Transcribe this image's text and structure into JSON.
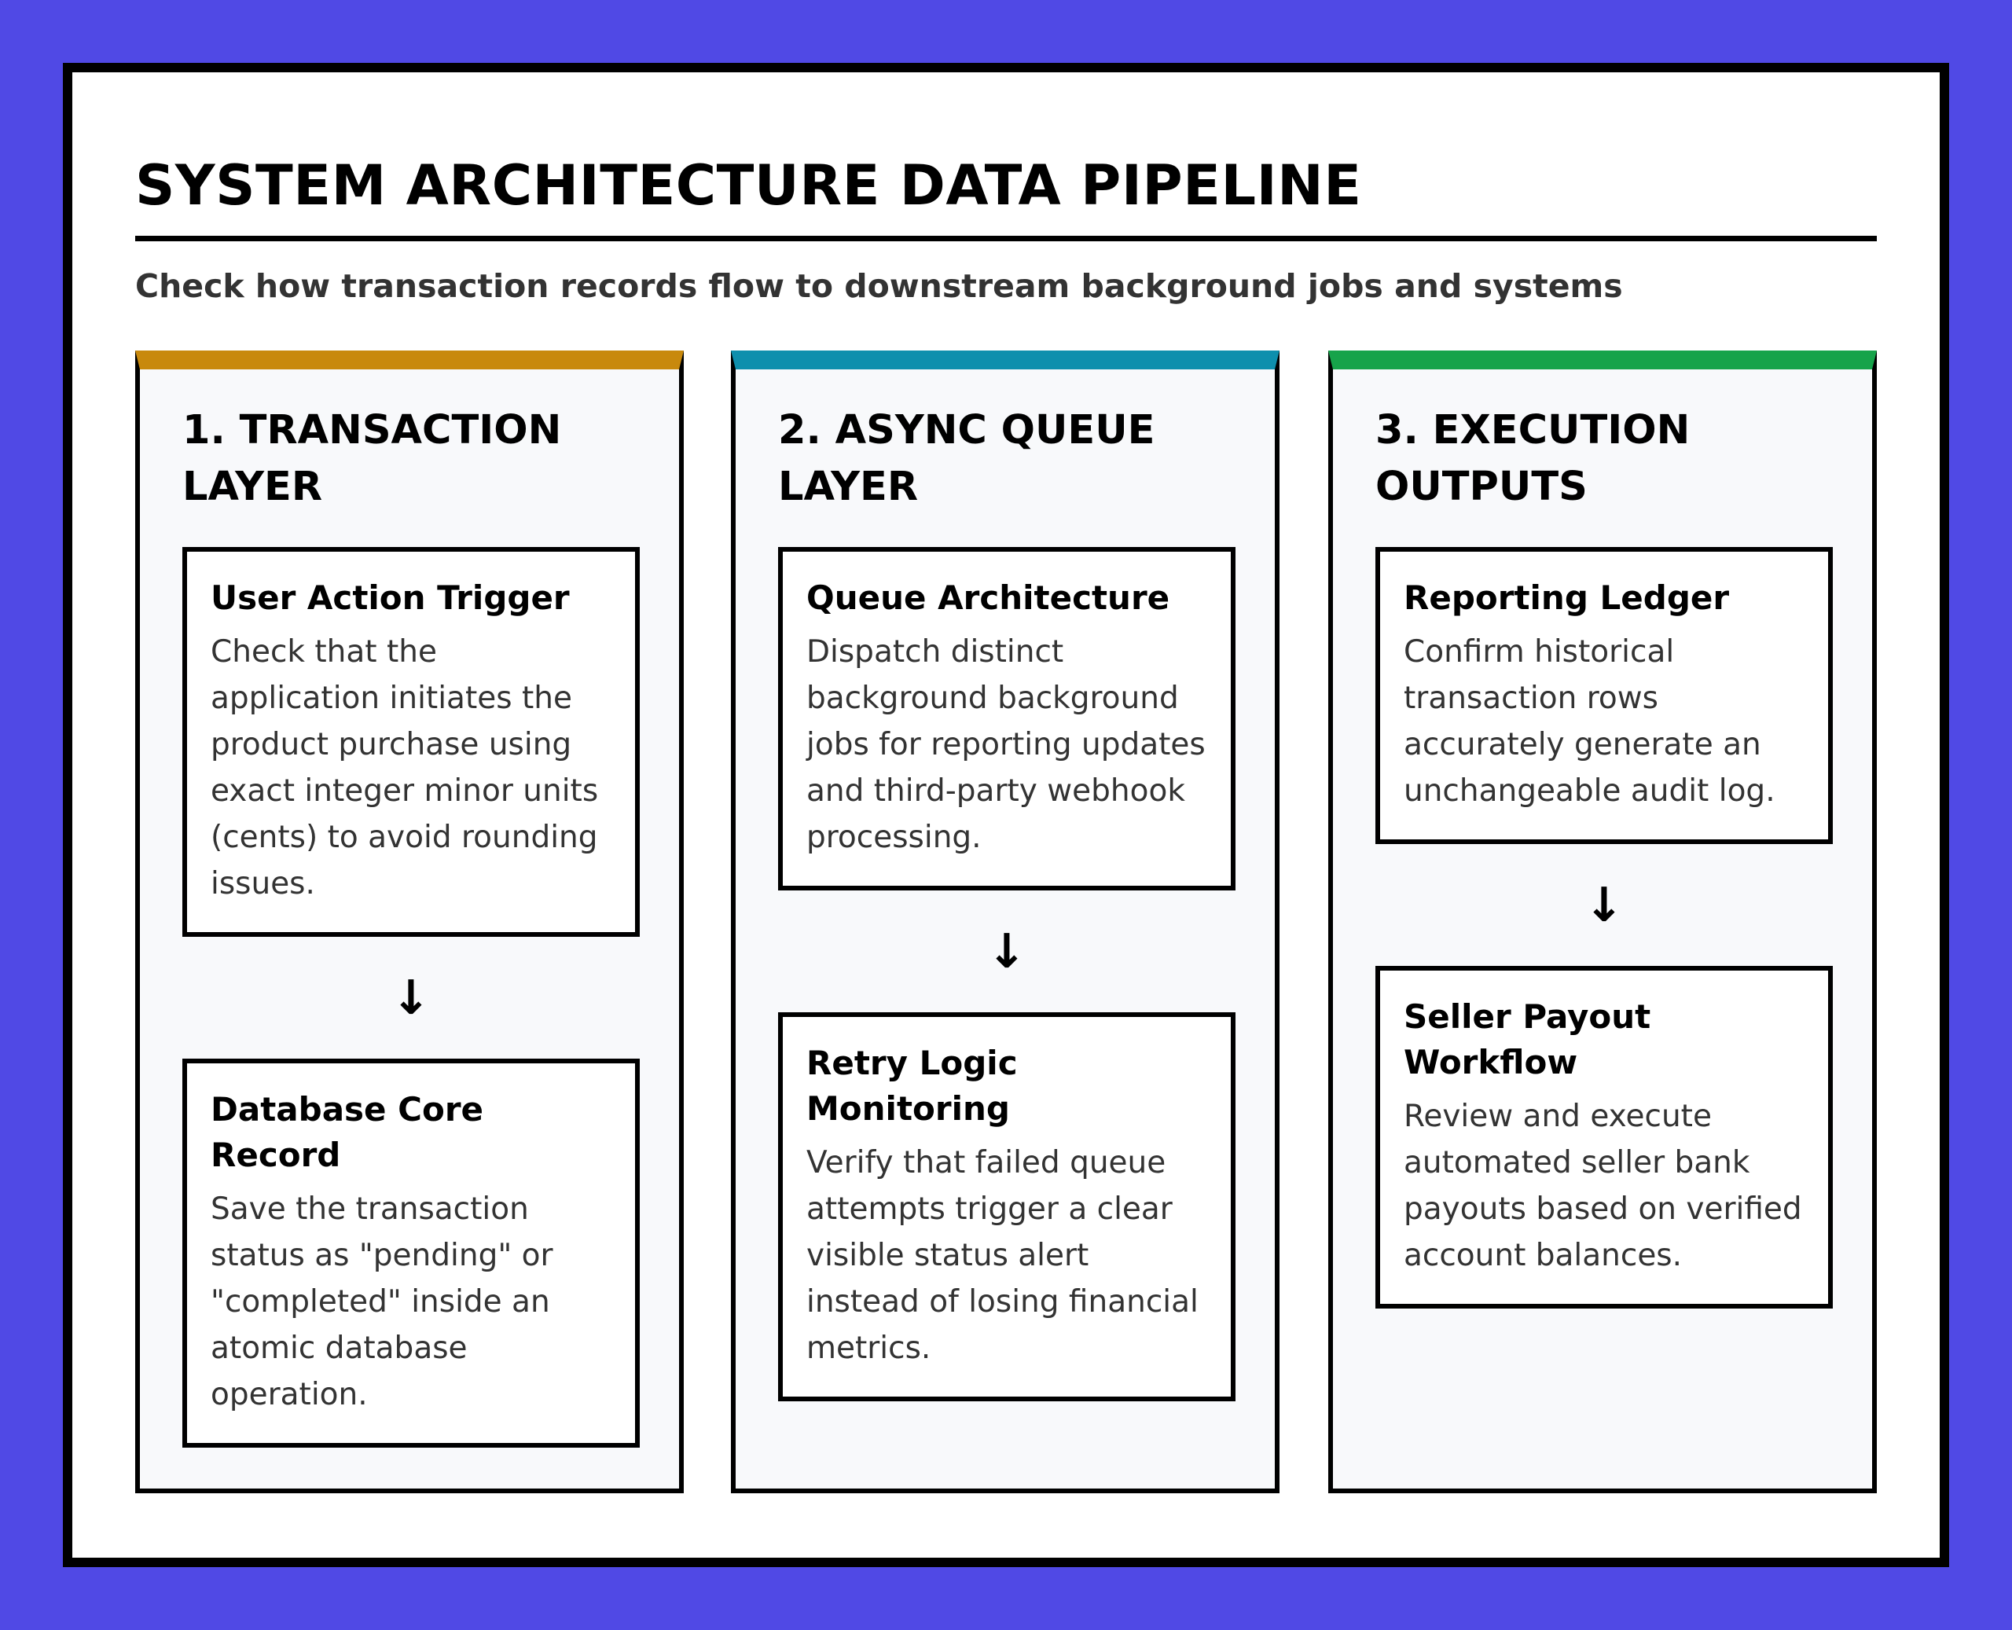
{
  "header": {
    "title": "SYSTEM ARCHITECTURE DATA PIPELINE",
    "subtitle": "Check how transaction records flow to downstream background jobs and systems"
  },
  "colors": {
    "background": "#5049e5",
    "card": "#ffffff",
    "column_fill": "#f8f9fb",
    "border": "#000000"
  },
  "columns": [
    {
      "title": "1. TRANSACTION LAYER",
      "accent": "#c8890d",
      "steps": [
        {
          "title": "User Action Trigger",
          "body": "Check that the application initiates the product purchase using exact integer minor units (cents) to avoid rounding issues."
        },
        {
          "title": "Database Core Record",
          "body": "Save the transaction status as \"pending\" or \"completed\" inside an atomic database operation."
        }
      ],
      "arrow": "↓"
    },
    {
      "title": "2. ASYNC QUEUE LAYER",
      "accent": "#0e8fad",
      "steps": [
        {
          "title": "Queue Architecture",
          "body": "Dispatch distinct background background jobs for reporting updates and third-party webhook processing."
        },
        {
          "title": "Retry Logic Monitoring",
          "body": "Verify that failed queue attempts trigger a clear visible status alert instead of losing financial metrics."
        }
      ],
      "arrow": "↓"
    },
    {
      "title": "3. EXECUTION OUTPUTS",
      "accent": "#16a34a",
      "steps": [
        {
          "title": "Reporting Ledger",
          "body": "Confirm historical transaction rows accurately generate an unchangeable audit log."
        },
        {
          "title": "Seller Payout Workflow",
          "body": "Review and execute automated seller bank payouts based on verified account balances."
        }
      ],
      "arrow": "↓"
    }
  ]
}
